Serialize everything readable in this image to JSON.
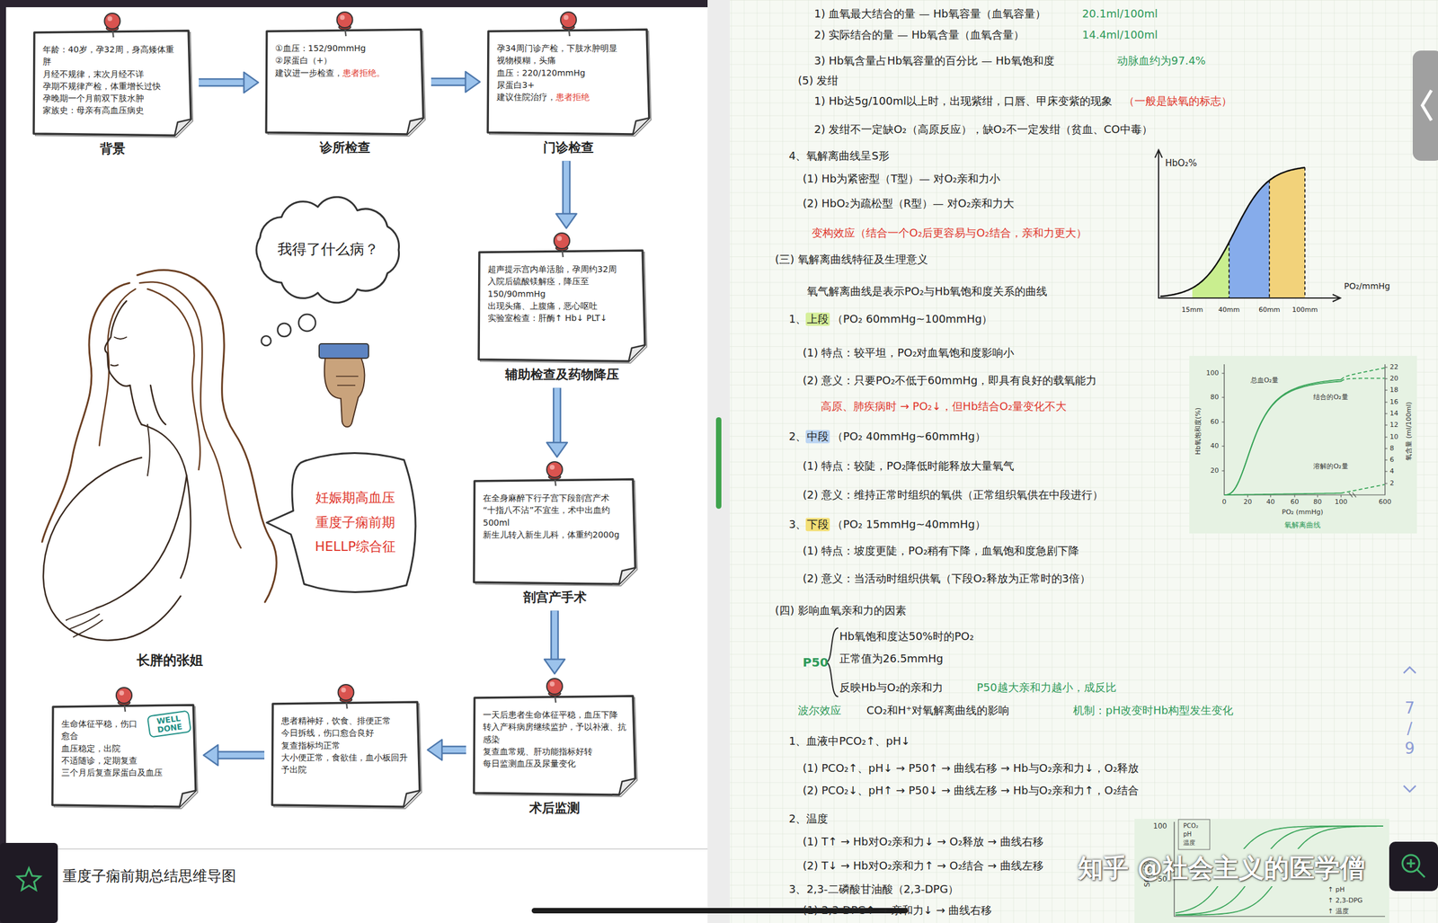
{
  "diagram": {
    "caption": "重度子痫前期总结思维导图",
    "nodes": [
      {
        "text": [
          "年龄：40岁，孕32周，身高矮体重胖",
          "月经不规律，末次月经不详",
          "孕期不规律产检，体重增长过快",
          "孕晚期一个月前双下肢水肿",
          "家族史：母亲有高血压病史",
          "背景"
        ]
      },
      {
        "text": [
          "①血压：152/90mmHg",
          "②尿蛋白（+）",
          "建议进一步检查，",
          "患者拒绝。",
          "诊所检查"
        ]
      },
      {
        "text": [
          "孕34周门诊产检，下肢水肿明显",
          "视物模糊，头痛",
          "血压：220/120mmHg",
          "尿蛋白3+",
          "建议住院治疗，",
          "患者拒绝",
          "门诊检查"
        ]
      },
      {
        "text": [
          "超声提示宫内单活胎，孕周约32周",
          "入院后硫酸镁解痉，降压至150/90mmHg",
          "出现头痛、上腹痛，恶心呕吐",
          "实验室检查：肝酶↑ Hb↓ PLT↓",
          "辅助检查及药物降压"
        ]
      },
      {
        "text": [
          "在全身麻醉下行子宫下段剖宫产术",
          "“十指八不沾”不宜生，术中出血约500ml",
          "新生儿转入新生儿科，体重约2000g",
          "剖宫产手术"
        ]
      },
      {
        "text": [
          "一天后患者生命体征平稳，血压下降",
          "转入产科病房继续监护，予以补液、抗感染",
          "复查血常规、肝功能指标好转",
          "每日监测血压及尿量变化",
          "术后监测"
        ]
      },
      {
        "text": [
          "患者精神好，饮食、排便正常",
          "今日拆线，伤口愈合良好",
          "复查指标均正常",
          "大小便正常，食欲佳，血小板回升",
          "予出院"
        ]
      },
      {
        "text": [
          "WELL DONE",
          "生命体征平稳，伤口愈合",
          "血压稳定，出院",
          "不适随诊，定期复查",
          "三个月后复查尿蛋白及血压"
        ]
      },
      {
        "text": [
          "我得了什么病？"
        ]
      },
      {
        "text": [
          "妊娠期高血压",
          "重度子痫前期",
          "HELLP综合征"
        ]
      }
    ],
    "edges": [
      {
        "from": 0,
        "to": 1,
        "arrow": "to"
      },
      {
        "from": 1,
        "to": 2,
        "arrow": "to"
      },
      {
        "from": 2,
        "to": 3,
        "arrow": "to"
      },
      {
        "from": 3,
        "to": 4,
        "arrow": "to"
      },
      {
        "from": 4,
        "to": 5,
        "arrow": "to"
      },
      {
        "from": 5,
        "to": 6,
        "arrow": "to"
      },
      {
        "from": 6,
        "to": 7,
        "arrow": "to"
      }
    ],
    "labels": [
      "长胖的张姐",
      "1) 血氧最大结合的量 — Hb氧容量（血氧容量）",
      "20.1ml/100ml",
      "2) 实际结合的量 — Hb氧含量（血氧含量）",
      "14.4ml/100ml",
      "3) Hb氧含量占Hb氧容量的百分比 — Hb氧饱和度",
      "动脉血约为97.4%",
      "(5) 发绀",
      "1) Hb达5g/100ml以上时，出现紫绀，口唇、甲床变紫的现象",
      "（一般是缺氧的标志）",
      "2) 发绀不一定缺O₂（高原反应），缺O₂不一定发绀（贫血、CO中毒）",
      "4、氧解离曲线呈S形",
      "(1) Hb为紧密型（T型）— 对O₂亲和力小",
      "(2) HbO₂为疏松型（R型）— 对O₂亲和力大",
      "变构效应（结合一个O₂后更容易与O₂结合，亲和力更大）",
      "(三) 氧解离曲线特征及生理意义",
      "氧气解离曲线是表示PO₂与Hb氧饱和度关系的曲线",
      "1、",
      "上段",
      "（PO₂ 60mmHg~100mmHg）",
      "(1) 特点：较平坦，PO₂对血氧饱和度影响小",
      "(2) 意义：只要PO₂不低于60mmHg，即具有良好的载氧能力",
      "高原、肺疾病时 → PO₂↓，但Hb结合O₂量变化不大",
      "2、",
      "中段",
      "（PO₂ 40mmHg~60mmHg）",
      "(1) 特点：较陡，PO₂降低时能释放大量氧气",
      "(2) 意义：维持正常时组织的氧供（正常组织氧供在中段进行）",
      "3、",
      "下段",
      "（PO₂ 15mmHg~40mmHg）",
      "(1) 特点：坡度更陡，PO₂稍有下降，血氧饱和度急剧下降",
      "(2) 意义：当活动时组织供氧（下段O₂释放为正常时的3倍）",
      "(四) 影响血氧亲和力的因素",
      "P50",
      "Hb氧饱和度达50%时的PO₂",
      "正常值为26.5mmHg",
      "反映Hb与O₂的亲和力",
      "P50越大亲和力越小，成反比",
      "波尔效应",
      "CO₂和H⁺对氧解离曲线的影响",
      "机制：pH改变时Hb构型发生变化",
      "1、血液中PCO₂↑、pH↓",
      "(1) PCO₂↑、pH↓ → P50↑ → 曲线右移 → Hb与O₂亲和力↓，O₂释放",
      "(2) PCO₂↓、pH↑ → P50↓ → 曲线左移 → Hb与O₂亲和力↑，O₂结合",
      "2、温度",
      "(1) T↑ → Hb对O₂亲和力↓ → O₂释放 → 曲线右移",
      "(2) T↓ → Hb对O₂亲和力↑ → O₂结合 → 曲线左移",
      "3、2,3-二磷酸甘油酸（2,3-DPG）",
      "(1) 2,3-DPG↑ → 亲和力↓ → 曲线右移",
      "HbO₂%",
      "PO₂/mmHg",
      "15mm",
      "40mm",
      "60mm",
      "100mm",
      "Hb氧饱和度(%)",
      "100",
      "80",
      "60",
      "40",
      "20",
      "0",
      "20",
      "40",
      "60",
      "80",
      "100",
      "600",
      "22",
      "20",
      "18",
      "16",
      "14",
      "12",
      "10",
      "8",
      "6",
      "4",
      "2",
      "氧含量 (ml/100ml)",
      "PO₂ (mmHg)",
      "氧解离曲线",
      "总血O₂量",
      "结合的O₂量",
      "溶解的O₂量",
      "100",
      "50",
      "SO₂ (%)",
      "PCO₂",
      "pH",
      "温度",
      "↑ pH",
      "↑ 2,3-DPG",
      "↑ 温度",
      "知乎 @社会主义的医学僧",
      "7",
      "/",
      "9"
    ]
  }
}
